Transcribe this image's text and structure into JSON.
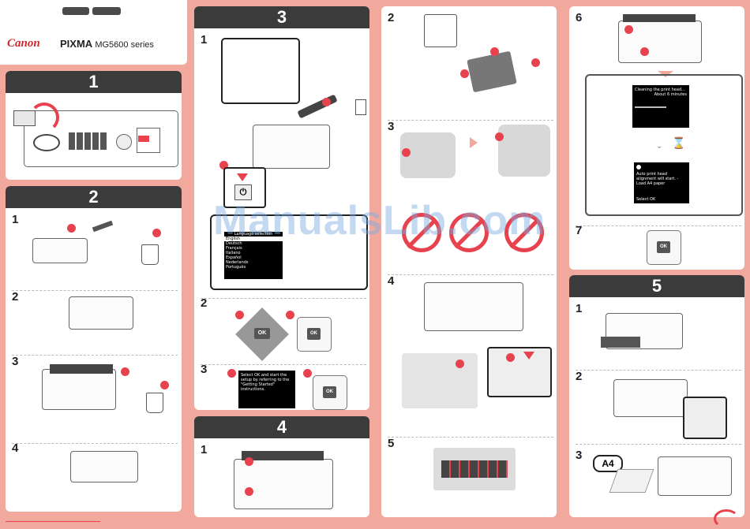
{
  "brand": {
    "canon": "Canon",
    "product": "PIXMA",
    "model": "MG5600 series"
  },
  "sections": {
    "s1": "1",
    "s2": "2",
    "s3": "3",
    "s4": "4",
    "s5": "5"
  },
  "steps": {
    "one": "1",
    "two": "2",
    "three": "3",
    "four": "4",
    "five": "5",
    "six": "6",
    "seven": "7"
  },
  "language_screen": {
    "title": "Language selection",
    "items": [
      "English",
      "Deutsch",
      "Français",
      "Italiano",
      "Español",
      "Nederlands",
      "Português"
    ]
  },
  "setup_screen": {
    "text": "Select OK and start the setup by referring to the \"Getting Started\" instructions."
  },
  "cleaning_screen": {
    "line1": "Cleaning the print head...",
    "line2": "About 6 minutes"
  },
  "alignment_screen": {
    "text": "Auto print head alignment will start. -Load A4 paper",
    "footer": "Select OK"
  },
  "ok_label": "OK",
  "paper_label": "A4",
  "watermark": "ManualsLib.com",
  "colors": {
    "accent": "#e8424f",
    "header": "#3b3b3b",
    "background": "#f1a99e"
  }
}
